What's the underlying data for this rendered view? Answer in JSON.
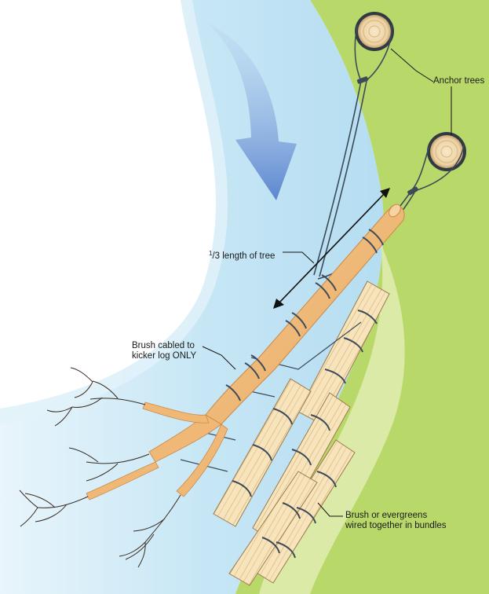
{
  "labels": {
    "anchor_trees": "Anchor trees",
    "third_length_numerator": "1",
    "third_length_rest": "/3 length of tree",
    "brush_cabled_line1": "Brush cabled to",
    "brush_cabled_line2": "kicker log ONLY",
    "bundles_line1": "Brush or evergreens",
    "bundles_line2": "wired together in bundles"
  },
  "colors": {
    "water": "#cce9f6",
    "bank_grass": "#b9d86a",
    "bank_light": "#dbeaa6",
    "flow_arrow": "#6d95d6",
    "log": "#f0b877",
    "log_dark": "#c98a45",
    "bundle": "#f6e0b4",
    "cable": "#3d4a57",
    "branches": "#3a2a20"
  },
  "icons": {
    "flow_arrow": "curved-down-arrow-icon",
    "anchor_stump": "tree-stump-icon"
  }
}
